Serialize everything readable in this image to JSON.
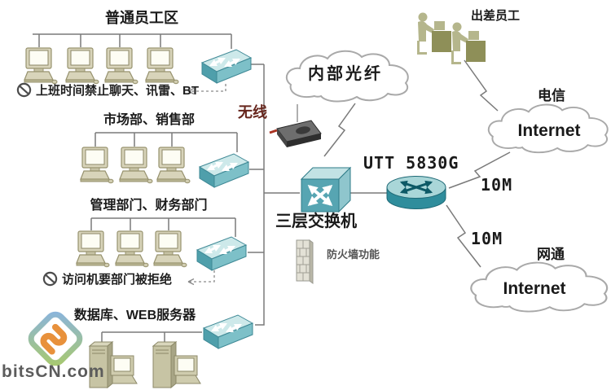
{
  "groups": {
    "ordinary": {
      "title": "普通员工区",
      "note": "上班时间禁止聊天、讯雷、BT",
      "computer_count": 4
    },
    "market": {
      "title": "市场部、销售部",
      "computer_count": 3
    },
    "mgmt": {
      "title": "管理部门、财务部门",
      "note": "访问机要部门被拒绝",
      "computer_count": 3
    },
    "servers": {
      "title": "数据库、WEB服务器",
      "server_count": 2
    }
  },
  "core": {
    "wireless": "无线",
    "fiber_cloud": "内部光纤",
    "l3_switch": "三层交换机",
    "firewall": "防火墙功能",
    "router_model": "UTT 5830G"
  },
  "wan": {
    "remote_staff": "出差员工",
    "telecom_carrier": "电信",
    "telecom_internet": "Internet",
    "telecom_bandwidth": "10M",
    "netcom_carrier": "网通",
    "netcom_internet": "Internet",
    "netcom_bandwidth": "10M"
  },
  "watermark": "bitsCN.com",
  "colors": {
    "device_teal_front": "#57a5b2",
    "device_teal_top": "#c2e2e4",
    "line_gray": "#7a7a7a",
    "wireless_label": "#66251c",
    "logo_orange": "#e8913c",
    "logo_green": "#a8c96e",
    "logo_blue": "#8ab4dd"
  }
}
